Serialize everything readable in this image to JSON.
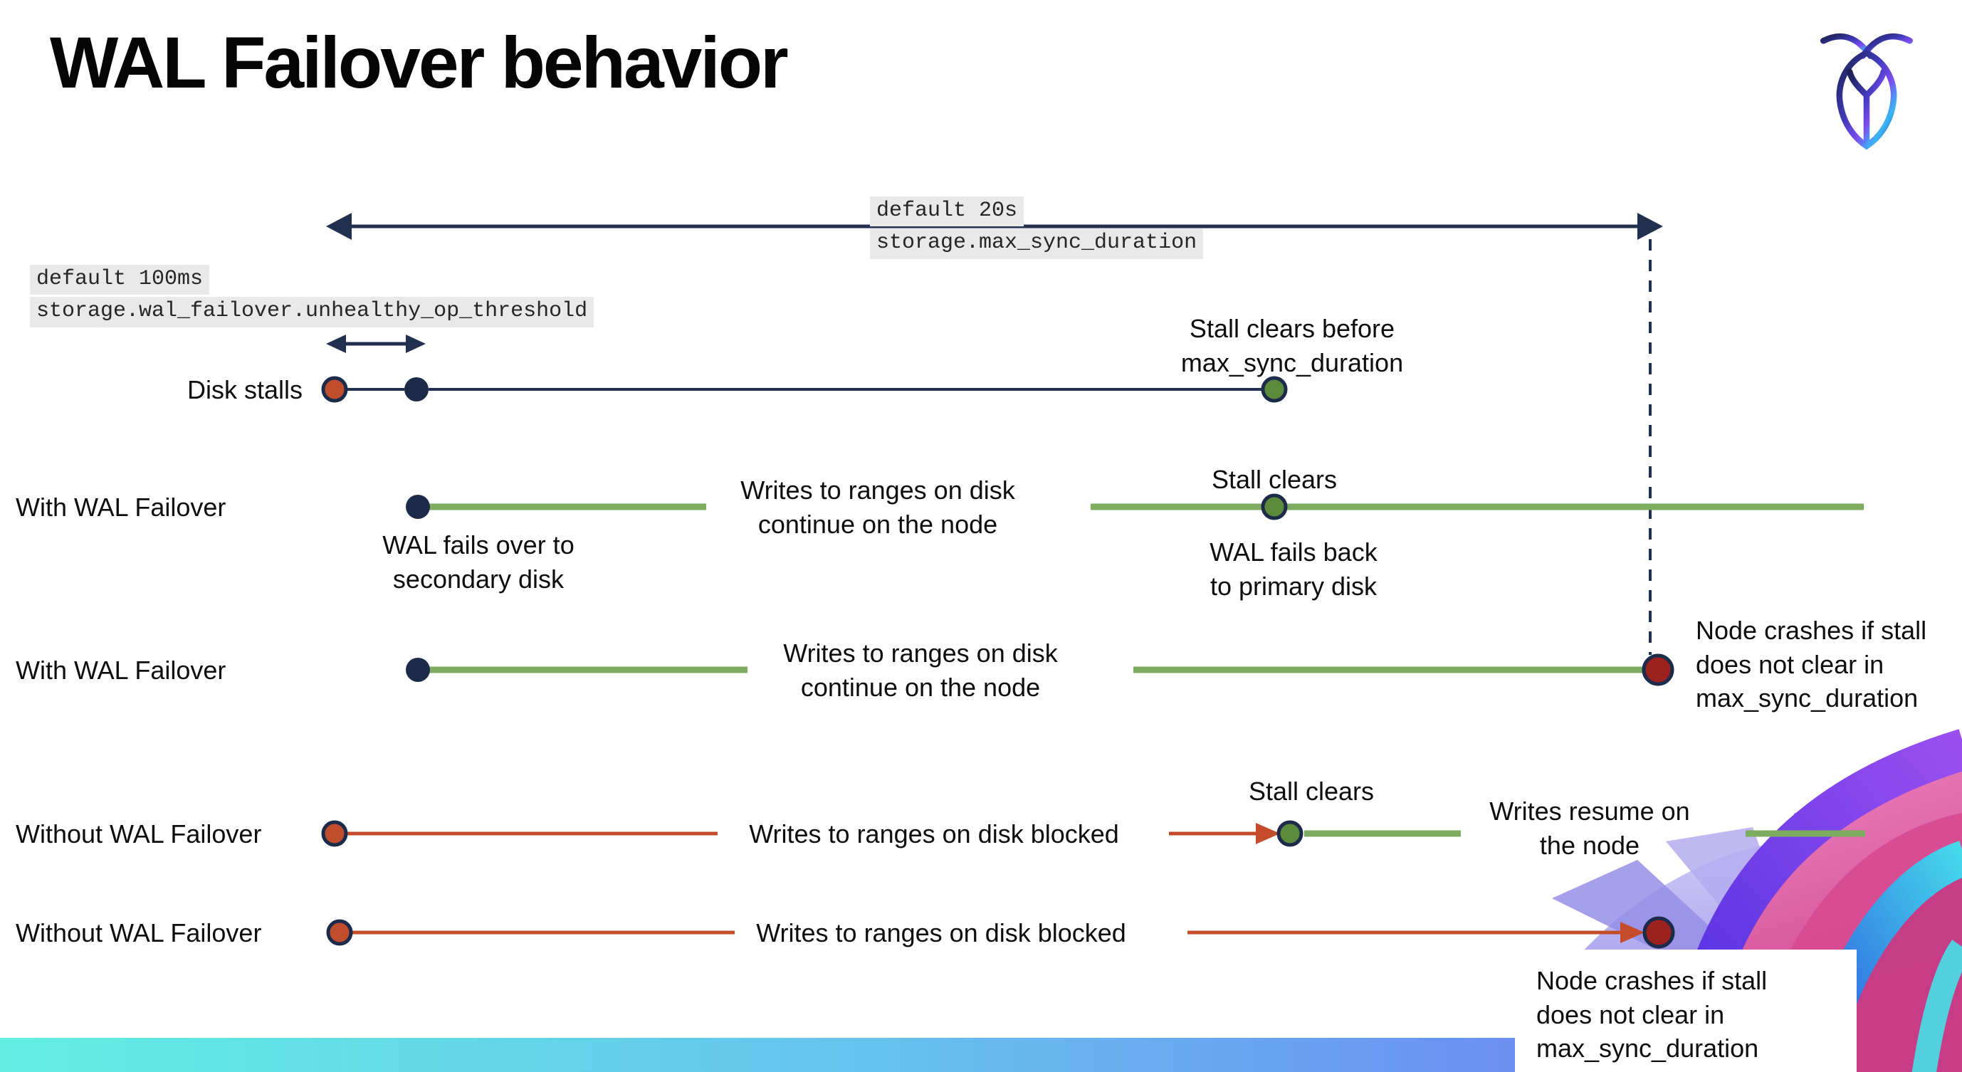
{
  "title": "WAL Failover behavior",
  "logo": {
    "name": "cockroachdb-logo"
  },
  "config_labels": {
    "max_sync_duration": {
      "default_line": "default 20s",
      "setting_line": "storage.max_sync_duration"
    },
    "unhealthy_op_threshold": {
      "default_line": "default 100ms",
      "setting_line": "storage.wal_failover.unhealthy_op_threshold"
    }
  },
  "rows": {
    "disk_stalls": {
      "label": "Disk stalls"
    },
    "with_wal_failover_1": {
      "label": "With WAL Failover"
    },
    "with_wal_failover_2": {
      "label": "With WAL Failover"
    },
    "without_wal_failover_1": {
      "label": "Without WAL Failover"
    },
    "without_wal_failover_2": {
      "label": "Without WAL Failover"
    }
  },
  "annotations": {
    "stall_clears_before": "Stall clears before\nmax_sync_duration",
    "wal_fails_over": "WAL fails over to\nsecondary disk",
    "writes_continue_1": "Writes to ranges on disk\ncontinue on the node",
    "stall_clears_1": "Stall clears",
    "wal_fails_back": "WAL fails  back\nto primary disk",
    "writes_continue_2": "Writes to ranges on disk\ncontinue on the node",
    "node_crashes_1": "Node crashes if stall\ndoes not clear in\nmax_sync_duration",
    "writes_blocked_1": "Writes to ranges on disk  blocked",
    "stall_clears_2": "Stall clears",
    "writes_resume": "Writes resume on\nthe node",
    "writes_blocked_2": "Writes to ranges on disk  blocked",
    "node_crashes_2": "Node crashes if stall\ndoes not clear in\nmax_sync_duration"
  },
  "colors": {
    "navy": "#1f2b4d",
    "red_orange": "#c04e2d",
    "dark_red": "#9c221f",
    "green_dot": "#5b8a3b",
    "green_line": "#7dab5f",
    "red_line": "#c44c2a",
    "label_bg": "#e9e9e9",
    "bottom_bar_start": "#62efe2",
    "bottom_bar_end": "#7166f0"
  }
}
